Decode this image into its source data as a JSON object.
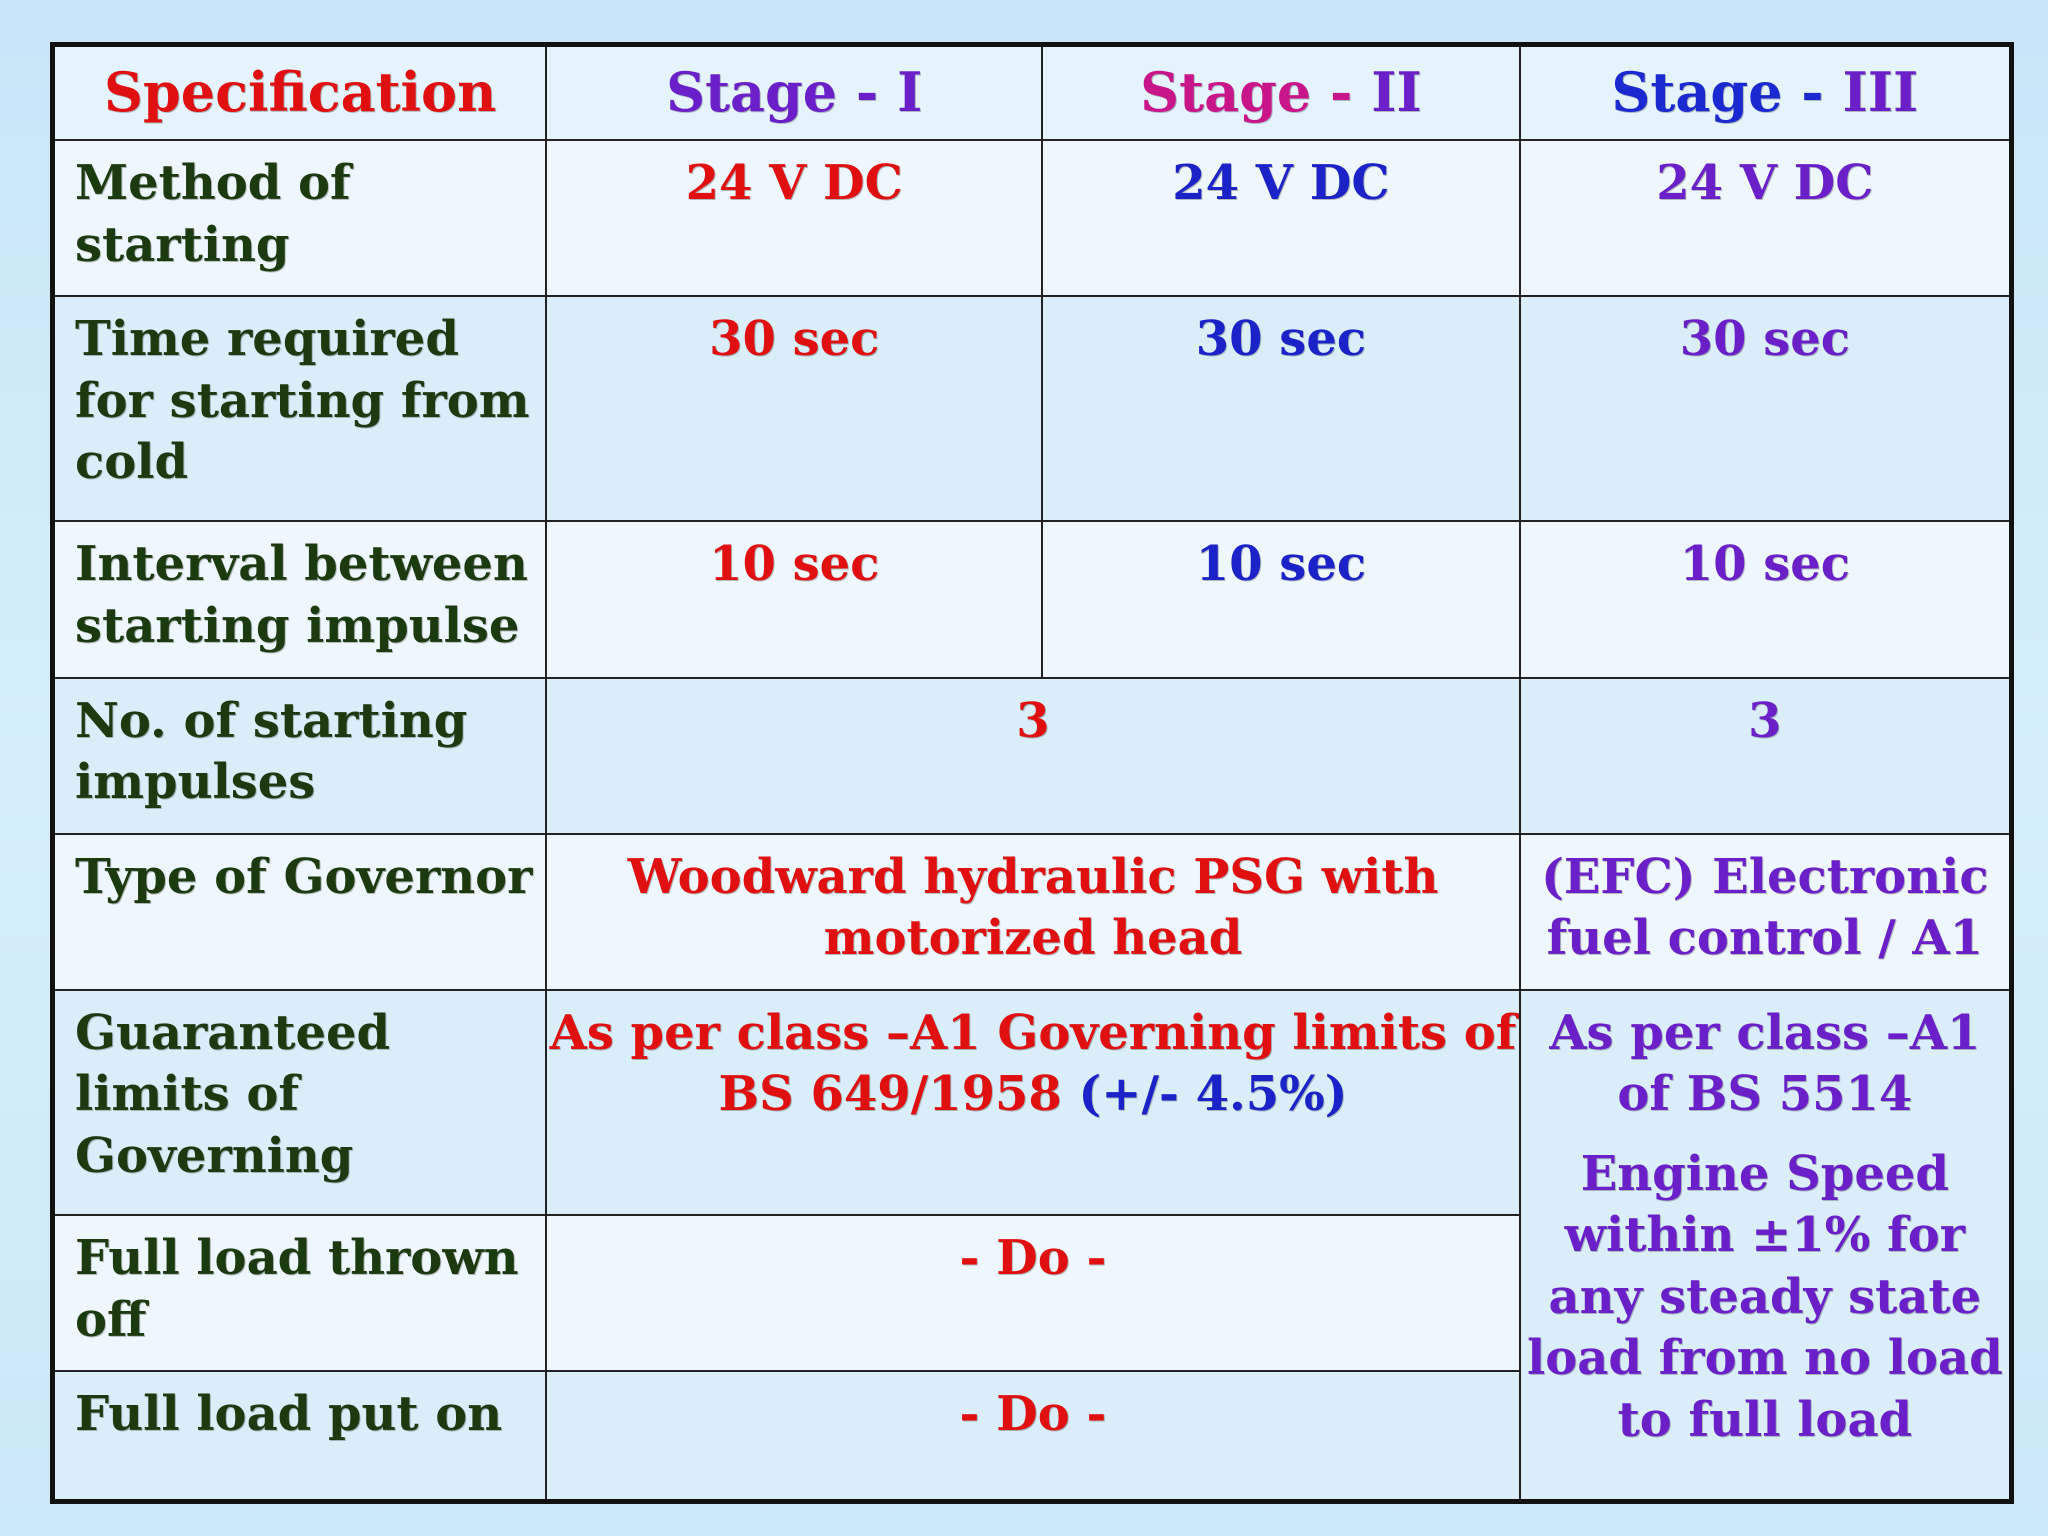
{
  "table": {
    "headers": {
      "specification": "Specification",
      "stage1_prefix": "Stage - ",
      "stage1_num": "I",
      "stage2_prefix": "Stage - ",
      "stage2_num": "II",
      "stage3_prefix": "Stage - ",
      "stage3_num": "III"
    },
    "rows": {
      "method": {
        "label": "Method of starting",
        "stage1": "24 V DC",
        "stage2": "24 V DC",
        "stage3": "24 V DC"
      },
      "time_required": {
        "label": "Time required for starting from cold",
        "stage1": "30 sec",
        "stage2": "30 sec",
        "stage3": "30 sec"
      },
      "interval": {
        "label": "Interval between starting impulse",
        "stage1": "10 sec",
        "stage2": "10 sec",
        "stage3": "10 sec"
      },
      "impulses": {
        "label": "No. of starting impulses",
        "stage12": "3",
        "stage3": "3"
      },
      "governor": {
        "label": "Type of Governor",
        "stage12": "Woodward hydraulic PSG with motorized head",
        "stage3": "(EFC) Electronic fuel control / A1"
      },
      "guaranteed": {
        "label": "Guaranteed limits of Governing",
        "stage12_main": "As per class –A1 Governing limits of BS 649/1958",
        "stage12_tolerance": "(+/- 4.5%)",
        "stage3_standard": "As per class –A1 of BS 5514",
        "stage3_speed": "Engine Speed within ±1% for any steady state load from no load to full load"
      },
      "thrown_off": {
        "label": "Full load thrown off",
        "stage12": "- Do -"
      },
      "put_on": {
        "label": "Full load put on",
        "stage12": "- Do -"
      }
    }
  },
  "colors": {
    "background": "#cfeaf8",
    "label_text": "#1c3a10",
    "stage1": "#e01010",
    "stage2": "#1a22c8",
    "stage3": "#6a1fc8"
  }
}
